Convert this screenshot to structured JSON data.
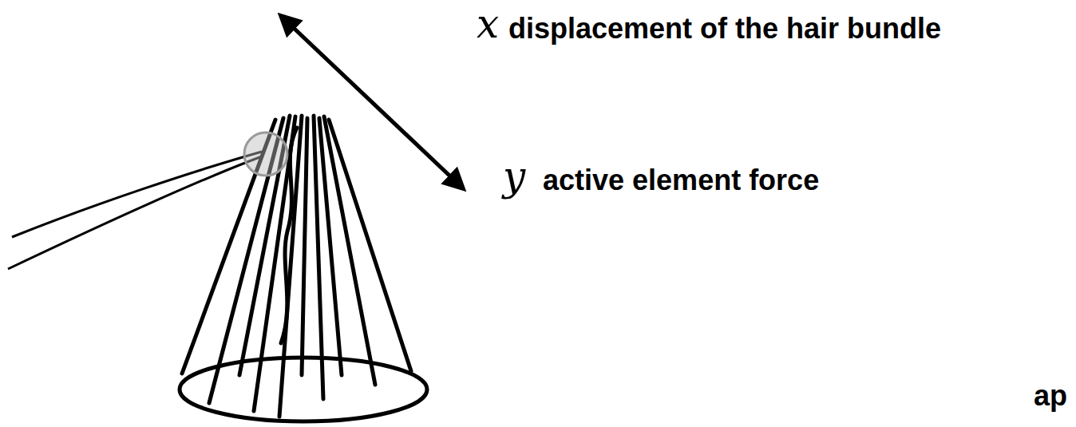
{
  "diagram": {
    "labels": [
      "x",
      "displacement of the hair bundle",
      "y",
      "active element force",
      "ap"
    ]
  }
}
